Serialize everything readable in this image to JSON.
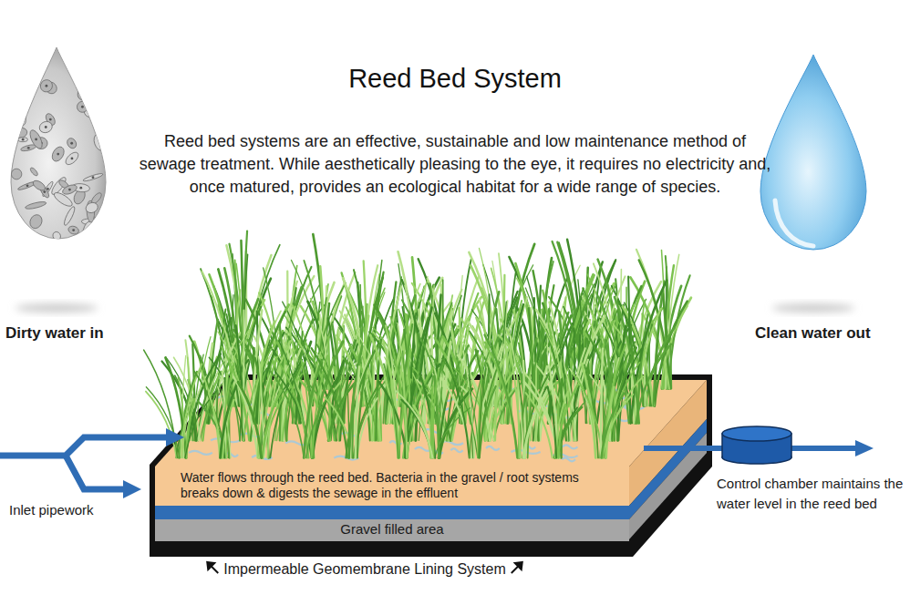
{
  "diagram": {
    "title": "Reed Bed System",
    "nodes": [
      {
        "text": [
          "Water flows through the reed bed. Bacteria in the gravel / root systems breaks down & digests the sewage in the effluent"
        ]
      },
      {
        "text": [
          "Gravel filled area"
        ]
      }
    ],
    "labels": [
      "Reed bed systems are an effective, sustainable and low maintenance method of sewage treatment. While aesthetically pleasing to the eye, it requires no electricity and, once matured, provides an ecological habitat for a wide range of species.",
      "Dirty water in",
      "Clean water out",
      "Inlet pipework",
      "Control chamber maintains the water level in the reed bed",
      "Impermeable Geomembrane Lining System"
    ]
  }
}
